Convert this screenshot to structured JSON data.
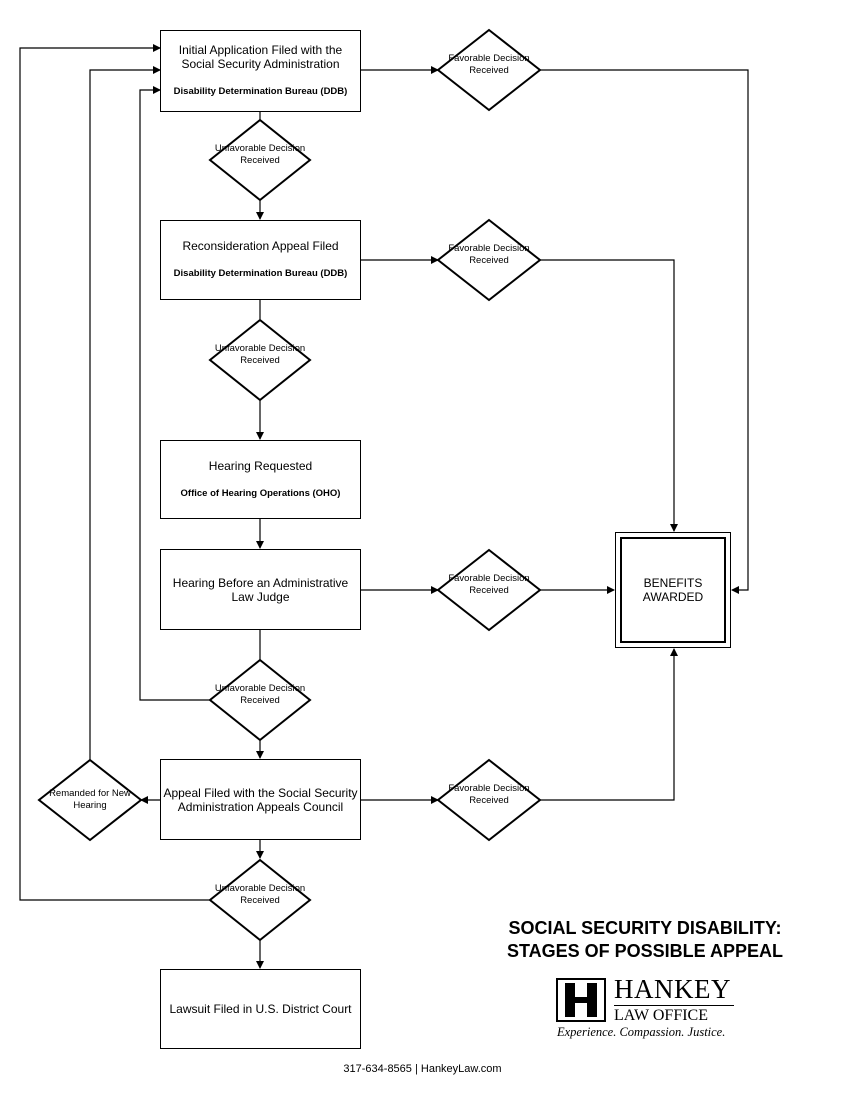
{
  "boxes": {
    "initial": {
      "main": "Initial Application Filed with the Social Security Administration",
      "sub": "Disability Determination Bureau (DDB)"
    },
    "reconsideration": {
      "main": "Reconsideration Appeal Filed",
      "sub": "Disability Determination Bureau (DDB)"
    },
    "hearing_requested": {
      "main": "Hearing Requested",
      "sub": "Office of Hearing Operations (OHO)"
    },
    "hearing_alj": {
      "main": "Hearing Before an Administrative Law Judge"
    },
    "appeals_council": {
      "main": "Appeal Filed with the Social Security Administration Appeals Council"
    },
    "lawsuit": {
      "main": "Lawsuit Filed in U.S. District Court"
    }
  },
  "decisions": {
    "favorable": "Favorable Decision Received",
    "unfavorable": "Unfavorable Decision Received",
    "remanded": "Remanded for New Hearing"
  },
  "benefits": "BENEFITS AWARDED",
  "title": "SOCIAL SECURITY DISABILITY: STAGES OF POSSIBLE APPEAL",
  "logo": {
    "letter": "H",
    "name": "HANKEY",
    "office": "LAW OFFICE",
    "tagline": "Experience. Compassion. Justice."
  },
  "footer": "317-634-8565 | HankeyLaw.com"
}
